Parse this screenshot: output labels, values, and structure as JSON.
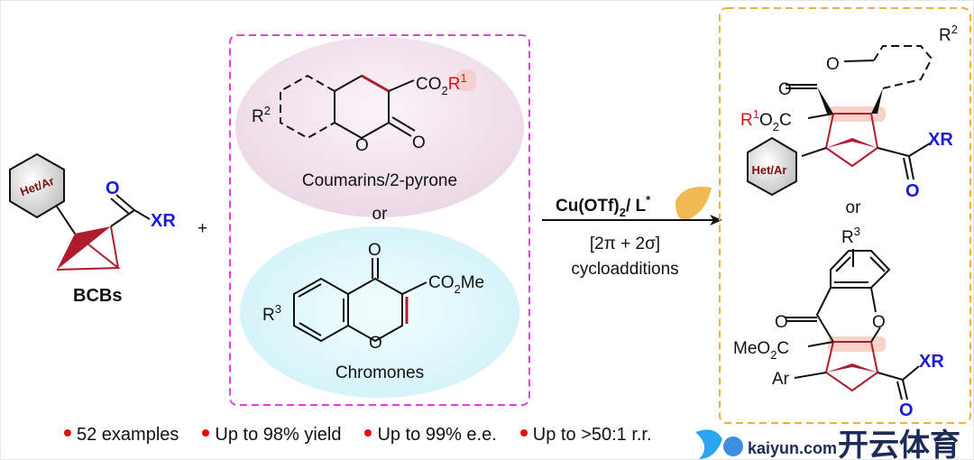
{
  "colors": {
    "accent_red": "#e01010",
    "bond_red": "#b01c2e",
    "blue": "#1a1adb",
    "magenta_box": "#e040e0",
    "orange_box": "#f0b040"
  },
  "reactant_bcb": {
    "ring_label": "Het/Ar",
    "carbonyl_o": "O",
    "group": "XR",
    "name": "BCBs"
  },
  "plus": "+",
  "coumarin": {
    "r_label": "R",
    "r_sup": "2",
    "ester": "CO",
    "ester_sub": "2",
    "ester_r": "R",
    "ester_sup": "1",
    "ring_o": "O",
    "carbonyl_o": "O",
    "name": "Coumarins/2-pyrone"
  },
  "or_label": "or",
  "chromone": {
    "carbonyl_o": "O",
    "ester": "CO",
    "ester_sub": "2",
    "ester_me": "Me",
    "r_label": "R",
    "r_sup": "3",
    "ring_o": "O",
    "name": "Chromones"
  },
  "conditions": {
    "catalyst": "Cu(OTf)",
    "cat_sub": "2",
    "sep": "/ L",
    "ligand_sup": "*",
    "line2": "[2π + 2σ]",
    "line3": "cycloadditions"
  },
  "product1": {
    "ring_o": "O",
    "carbonyl_o": "O",
    "r2": "R",
    "r2_sup": "2",
    "ester_r": "R",
    "ester_sup": "1",
    "ester": "O",
    "ester_sub": "2",
    "ester_c": "C",
    "group": "XR",
    "amide_o": "O",
    "ring_label": "Het/Ar"
  },
  "product2": {
    "r3": "R",
    "r3_sup": "3",
    "carbonyl_o": "O",
    "ring_o": "O",
    "ester": "MeO",
    "ester_sub": "2",
    "ester_c": "C",
    "ar": "Ar",
    "group": "XR",
    "amide_o": "O"
  },
  "bullets": [
    "52 examples",
    "Up to 98% yield",
    "Up to 99% e.e.",
    "Up to >50:1 r.r."
  ],
  "watermark": {
    "cn": "开云体育",
    "en": "kaiyun.com"
  }
}
